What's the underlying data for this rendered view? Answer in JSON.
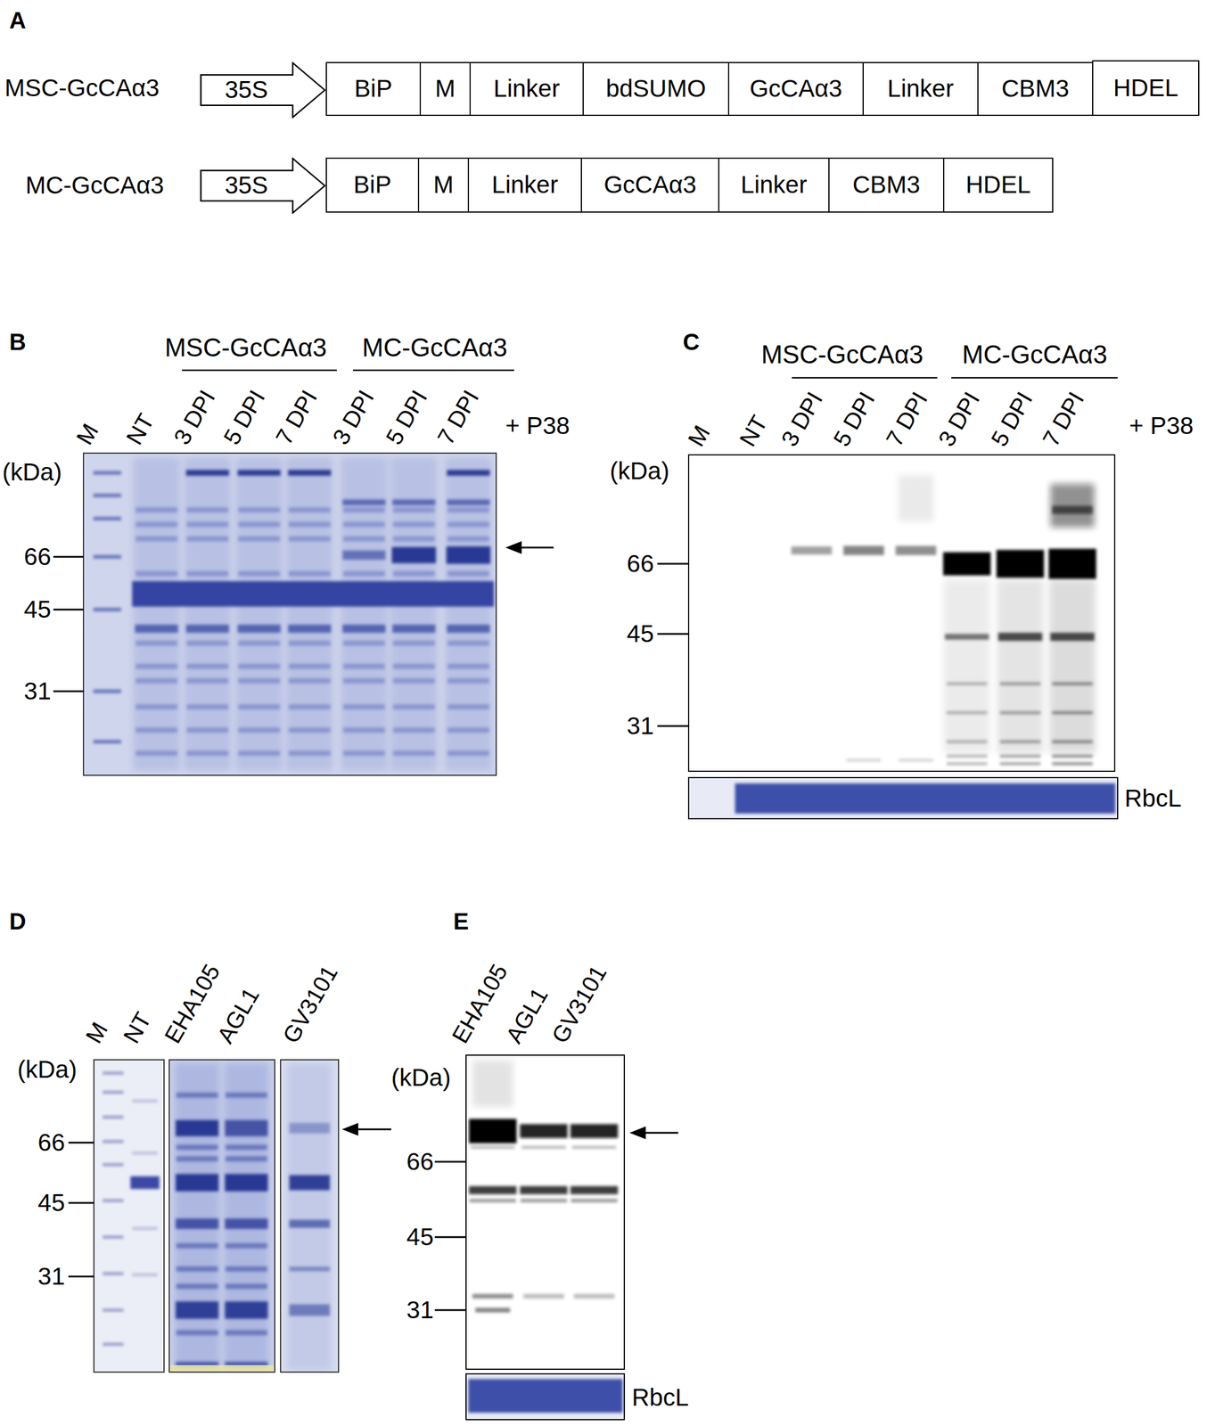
{
  "diagram": {
    "nodes": [
      {
        "text": [
          "35S"
        ]
      },
      {
        "text": [
          "BiP"
        ]
      },
      {
        "text": [
          "M"
        ]
      },
      {
        "text": [
          "Linker"
        ]
      },
      {
        "text": [
          "bdSUMO"
        ]
      },
      {
        "text": [
          "GcCAα3"
        ]
      },
      {
        "text": [
          "Linker"
        ]
      },
      {
        "text": [
          "CBM3"
        ]
      },
      {
        "text": [
          "HDEL"
        ]
      },
      {
        "text": [
          "35S"
        ]
      },
      {
        "text": [
          "BiP"
        ]
      },
      {
        "text": [
          "M"
        ]
      },
      {
        "text": [
          "Linker"
        ]
      },
      {
        "text": [
          "GcCAα3"
        ]
      },
      {
        "text": [
          "Linker"
        ]
      },
      {
        "text": [
          "CBM3"
        ]
      },
      {
        "text": [
          "HDEL"
        ]
      }
    ],
    "labels": [
      "A",
      "MSC-GcCAα3",
      "MC-GcCAα3",
      "B",
      "MSC-GcCAα3",
      "MC-GcCAα3",
      "M",
      "NT",
      "3 DPI",
      "5 DPI",
      "7 DPI",
      "3 DPI",
      "5 DPI",
      "7 DPI",
      "+ P38",
      "(kDa)",
      "66",
      "45",
      "31",
      "C",
      "MSC-GcCAα3",
      "MC-GcCAα3",
      "M",
      "NT",
      "3 DPI",
      "5 DPI",
      "7 DPI",
      "3 DPI",
      "5 DPI",
      "7 DPI",
      "+ P38",
      "(kDa)",
      "66",
      "45",
      "31",
      "RbcL",
      "D",
      "M",
      "NT",
      "EHA105",
      "AGL1",
      "GV3101",
      "(kDa)",
      "66",
      "45",
      "31",
      "E",
      "EHA105",
      "AGL1",
      "GV3101",
      "(kDa)",
      "66",
      "45",
      "31",
      "RbcL"
    ]
  }
}
